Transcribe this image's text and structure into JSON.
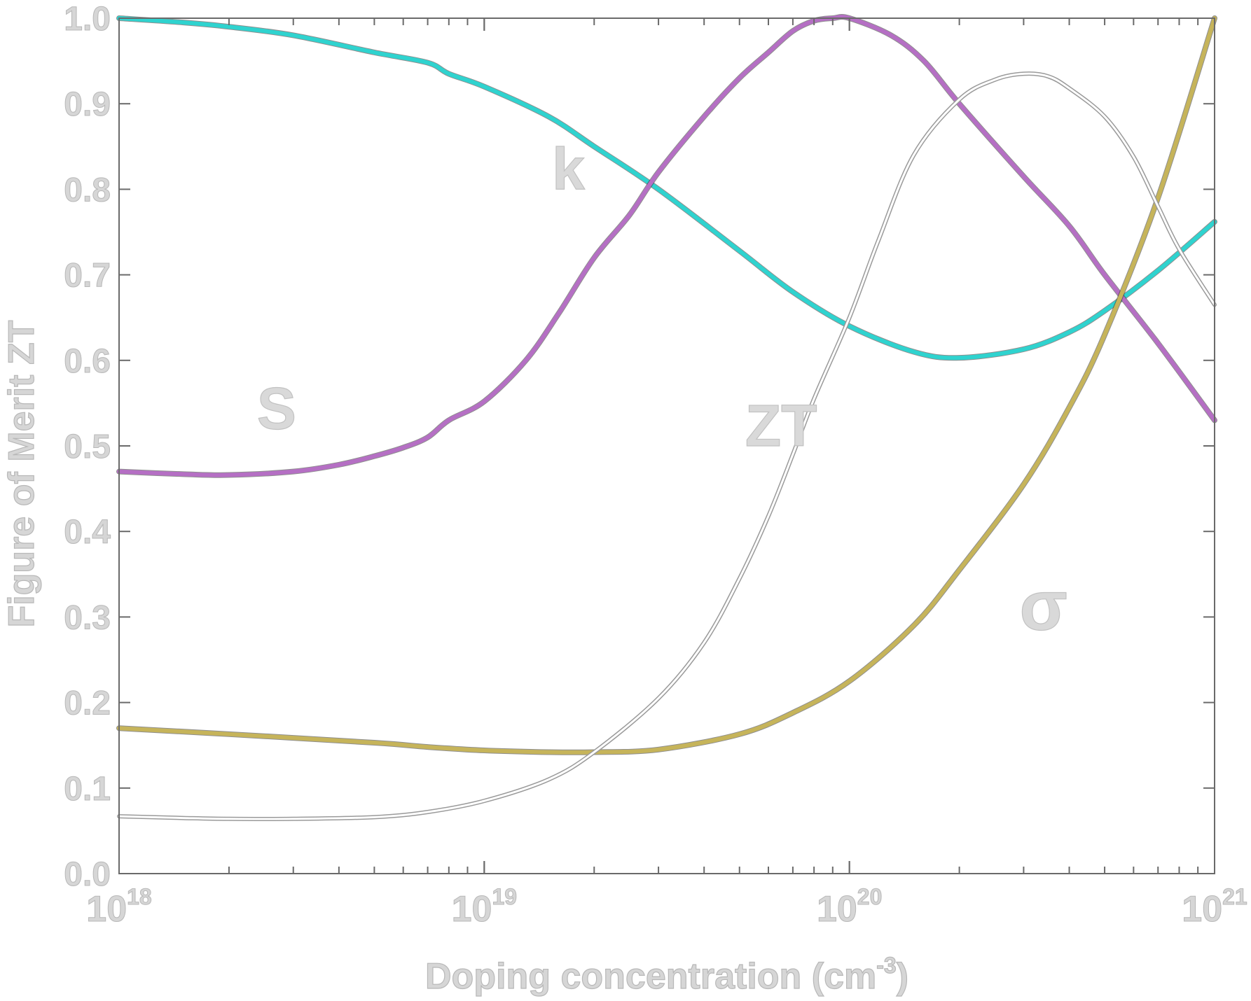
{
  "chart_data": {
    "type": "line",
    "title": "",
    "xlabel": "Doping concentration (cm-3)",
    "xlabel_parts": {
      "main": "Doping concentration (cm",
      "sup": "-3",
      "close": ")"
    },
    "ylabel": "Figure of Merit ZT",
    "xscale": "log",
    "xlim": [
      1e+18,
      1e+21
    ],
    "ylim": [
      0.0,
      1.0
    ],
    "x_ticks": [
      {
        "value": 1e+18,
        "base": "10",
        "exp": "18"
      },
      {
        "value": 1e+19,
        "base": "10",
        "exp": "19"
      },
      {
        "value": 1e+20,
        "base": "10",
        "exp": "20"
      },
      {
        "value": 1e+21,
        "base": "10",
        "exp": "21"
      }
    ],
    "y_ticks": [
      "0.0",
      "0.1",
      "0.2",
      "0.3",
      "0.4",
      "0.5",
      "0.6",
      "0.7",
      "0.8",
      "0.9",
      "1.0"
    ],
    "grid": false,
    "series": [
      {
        "name": "k",
        "color": "#2fd3cf",
        "x": [
          1e+18,
          1.5e+18,
          2e+18,
          3e+18,
          5e+18,
          7e+18,
          8e+18,
          1e+19,
          1.5e+19,
          2e+19,
          3e+19,
          5e+19,
          7e+19,
          1e+20,
          1.5e+20,
          2e+20,
          3e+20,
          4e+20,
          5e+20,
          7e+20,
          1e+21
        ],
        "y": [
          1.0,
          0.995,
          0.99,
          0.98,
          0.96,
          0.948,
          0.935,
          0.92,
          0.885,
          0.85,
          0.8,
          0.728,
          0.68,
          0.64,
          0.61,
          0.603,
          0.613,
          0.633,
          0.658,
          0.705,
          0.762
        ]
      },
      {
        "name": "S",
        "color": "#b56fc4",
        "x": [
          1e+18,
          1.5e+18,
          2e+18,
          3e+18,
          4e+18,
          5e+18,
          6e+18,
          7e+18,
          8e+18,
          1e+19,
          1.3e+19,
          1.6e+19,
          2e+19,
          2.5e+19,
          3e+19,
          4e+19,
          5e+19,
          6e+19,
          7e+19,
          8e+19,
          9e+19,
          1e+20,
          1.3e+20,
          1.6e+20,
          2e+20,
          3e+20,
          4e+20,
          5e+20,
          7e+20,
          1e+21
        ],
        "y": [
          0.47,
          0.467,
          0.466,
          0.47,
          0.478,
          0.488,
          0.498,
          0.51,
          0.53,
          0.552,
          0.6,
          0.655,
          0.72,
          0.77,
          0.82,
          0.885,
          0.93,
          0.96,
          0.985,
          0.997,
          1.0,
          1.0,
          0.98,
          0.95,
          0.9,
          0.815,
          0.757,
          0.7,
          0.62,
          0.53
        ]
      },
      {
        "name": "σ",
        "color": "#c6b45a",
        "x": [
          1e+18,
          2e+18,
          5e+18,
          7e+18,
          1e+19,
          1.5e+19,
          2e+19,
          3e+19,
          5e+19,
          7e+19,
          1e+20,
          1.5e+20,
          2e+20,
          3e+20,
          4e+20,
          5e+20,
          7e+20,
          1e+21
        ],
        "y": [
          0.17,
          0.163,
          0.153,
          0.148,
          0.144,
          0.142,
          0.142,
          0.145,
          0.163,
          0.188,
          0.225,
          0.29,
          0.355,
          0.455,
          0.545,
          0.63,
          0.79,
          1.0
        ]
      },
      {
        "name": "ZT",
        "color": "#ffffff",
        "x": [
          1e+18,
          1.5e+18,
          2e+18,
          3e+18,
          5e+18,
          7e+18,
          1e+19,
          1.5e+19,
          2e+19,
          3e+19,
          4e+19,
          5e+19,
          6e+19,
          7e+19,
          8e+19,
          1e+20,
          1.2e+20,
          1.5e+20,
          2e+20,
          2.5e+20,
          3e+20,
          3.5e+20,
          4e+20,
          5e+20,
          6e+20,
          7e+20,
          8e+20,
          1e+21
        ],
        "y": [
          0.067,
          0.065,
          0.064,
          0.064,
          0.066,
          0.072,
          0.085,
          0.11,
          0.142,
          0.205,
          0.27,
          0.345,
          0.418,
          0.49,
          0.555,
          0.65,
          0.74,
          0.84,
          0.905,
          0.928,
          0.935,
          0.932,
          0.918,
          0.885,
          0.838,
          0.78,
          0.73,
          0.665
        ]
      }
    ],
    "annotations": [
      {
        "text": "k",
        "series": "k",
        "x": 1.7e+19,
        "y": 0.8
      },
      {
        "text": "S",
        "series": "S",
        "x": 2.7e+18,
        "y": 0.52
      },
      {
        "text": "ZT",
        "series": "ZT",
        "x": 6.5e+19,
        "y": 0.5
      },
      {
        "text": "σ",
        "series": "σ",
        "x": 3.4e+20,
        "y": 0.285
      }
    ]
  }
}
